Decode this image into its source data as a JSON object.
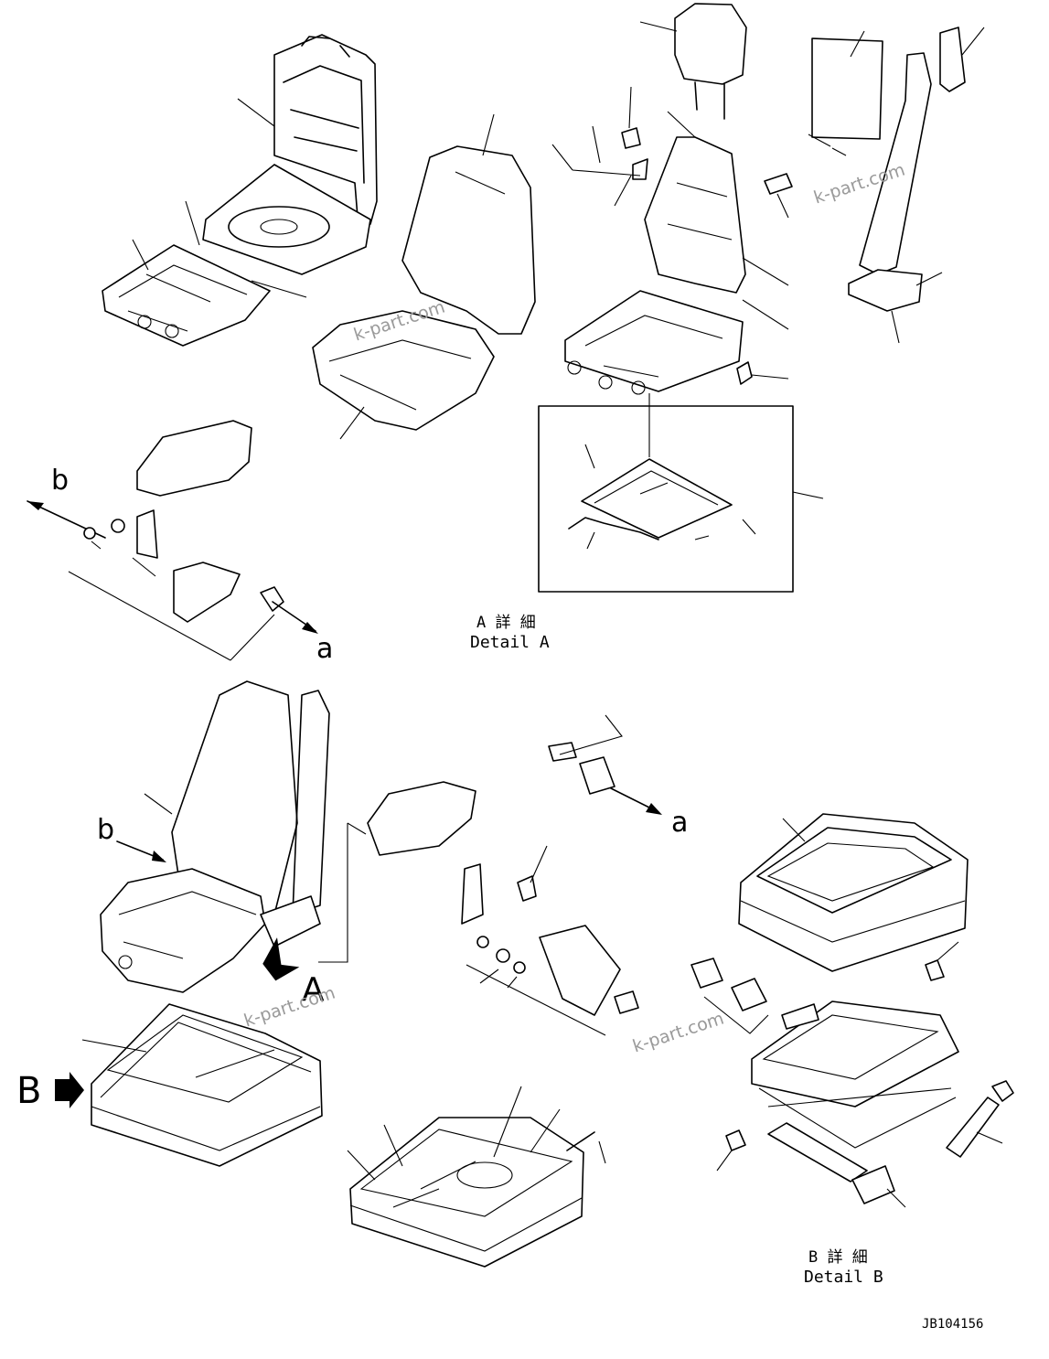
{
  "labels": {
    "b_top": "b",
    "a_top": "a",
    "b_lower": "b",
    "a_lower": "a",
    "big_a": "A",
    "big_b": "B",
    "detail_a_jp": "A 詳 細",
    "detail_a_en": "Detail A",
    "detail_b_jp": "B 詳 細",
    "detail_b_en": "Detail B",
    "drawing_code": "JB104156"
  },
  "watermark": "k-part.com",
  "icons": {
    "arrow_a": "filled-arrow-icon",
    "arrow_b": "filled-arrow-icon"
  }
}
